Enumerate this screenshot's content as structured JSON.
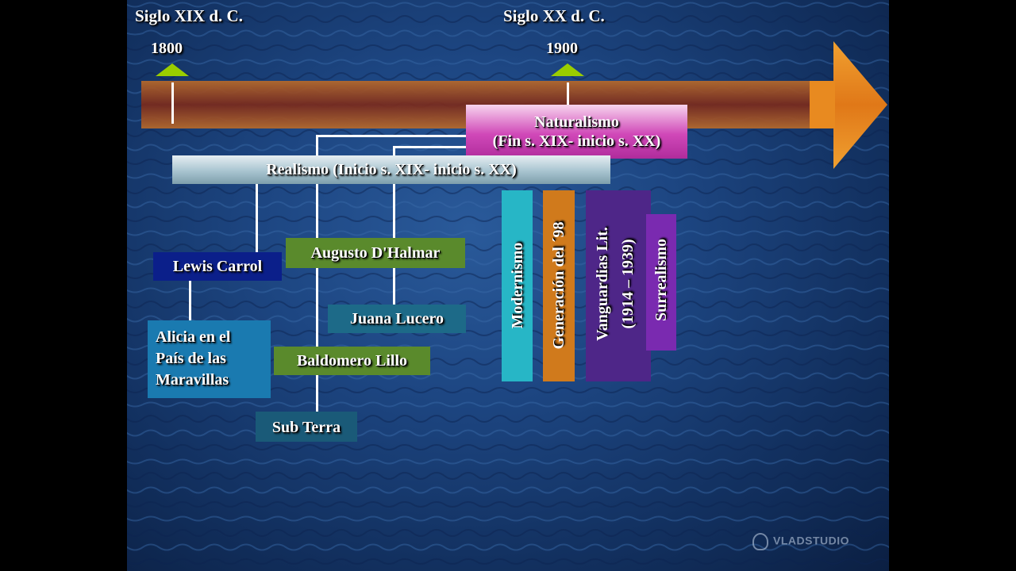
{
  "timeline": {
    "century_left": "Siglo XIX d. C.",
    "century_right": "Siglo XX d. C.",
    "year_left": "1800",
    "year_right": "1900"
  },
  "periods": {
    "naturalismo_line1": "Naturalismo",
    "naturalismo_line2": "(Fin s. XIX- inicio s. XX)",
    "realismo": "Realismo (Inicio s. XIX- inicio s. XX)"
  },
  "authors": {
    "lewis": "Lewis Carrol",
    "augusto": "Augusto D'Halmar",
    "juana": "Juana Lucero",
    "baldomero": "Baldomero Lillo",
    "subterra": "Sub Terra",
    "alicia_line1": "Alicia en el",
    "alicia_line2": "País de las",
    "alicia_line3": "Maravillas"
  },
  "movements": {
    "modernismo": "Modernismo",
    "generacion": "Generación del ´98",
    "vanguardias_line1": "Vanguardias Lit.",
    "vanguardias_line2": "(1914 – 1939)",
    "surrealismo": "Surrealismo"
  },
  "watermark": "VLADSTUDIO",
  "colors": {
    "naturalismo_bar": "#d048b8",
    "realismo_bar": "#a8c4d0",
    "lewis_box": "#0b1f8a",
    "author_green": "#5a8a2c",
    "author_teal": "#1d6a88",
    "modernismo": "#27b6c6",
    "generacion": "#d07a1c",
    "vanguardias": "#5a2a90",
    "surrealismo": "#7a2ab0",
    "arrow_orange": "#e8901e"
  }
}
